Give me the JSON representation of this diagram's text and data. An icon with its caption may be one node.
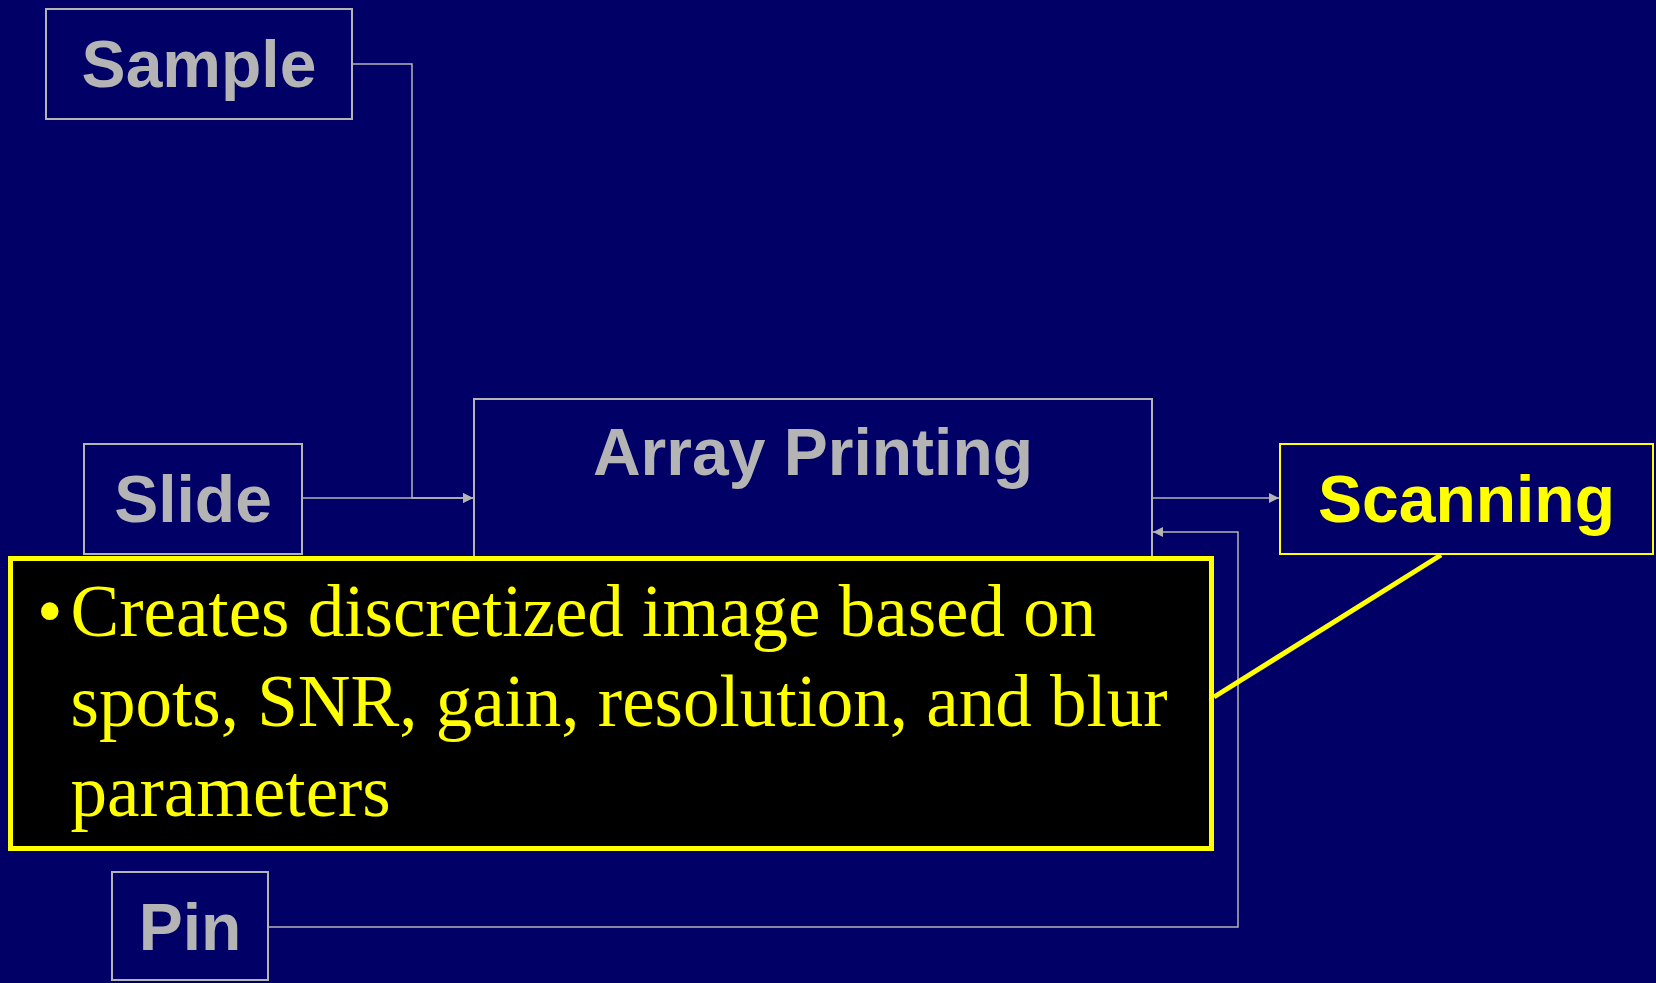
{
  "diagram": {
    "nodes": [
      {
        "text": [
          "Sample"
        ]
      },
      {
        "text": [
          "Slide"
        ]
      },
      {
        "text": [
          "Array Printing"
        ]
      },
      {
        "text": [
          "Scanning"
        ]
      },
      {
        "text": [
          "Pin"
        ]
      },
      {
        "text": [
          "•",
          "Creates discretized image based on spots, SNR, gain, resolution, and blur parameters"
        ]
      }
    ],
    "edges": [
      {
        "from": 0,
        "to": 2,
        "arrow": "to"
      },
      {
        "from": 1,
        "to": 2,
        "arrow": "to"
      },
      {
        "from": 4,
        "to": 2,
        "arrow": "to"
      },
      {
        "from": 2,
        "to": 3,
        "arrow": "to"
      },
      {
        "from": 5,
        "to": 3,
        "arrow": "none",
        "style": "thick",
        "color": "#ffff00"
      }
    ]
  }
}
